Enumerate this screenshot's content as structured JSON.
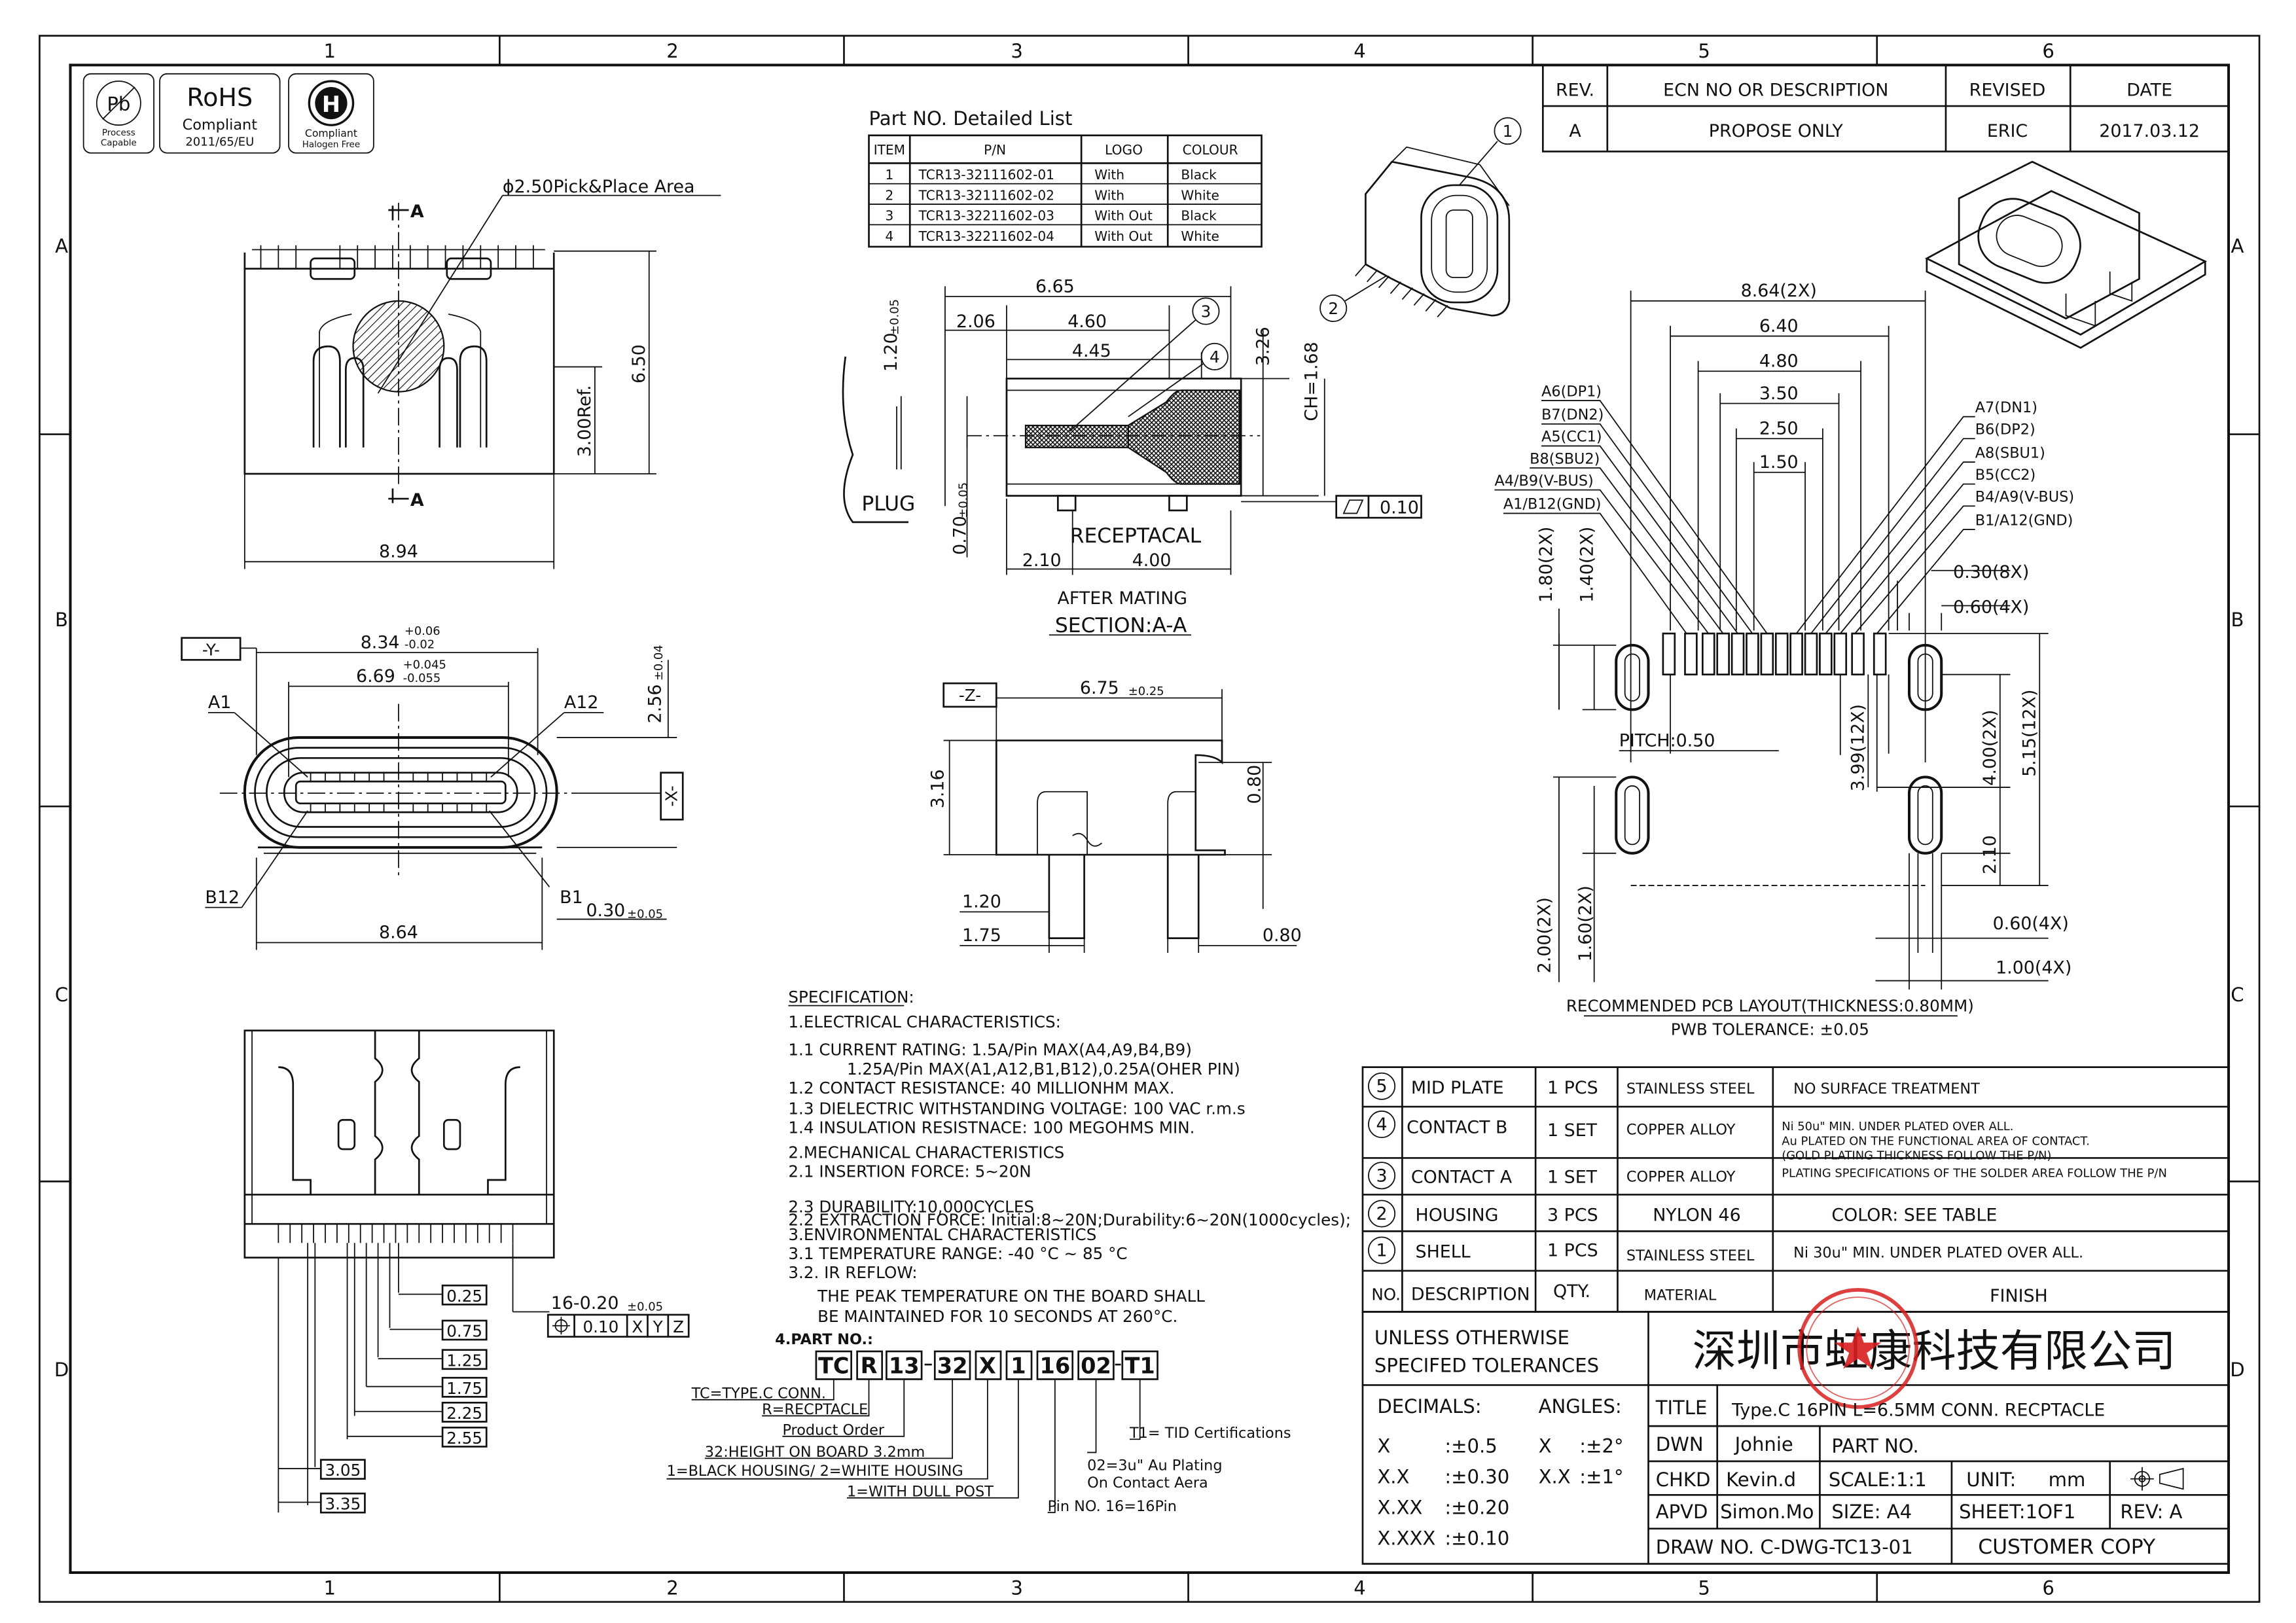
{
  "frame": {
    "columns": [
      "1",
      "2",
      "3",
      "4",
      "5",
      "6"
    ],
    "rows": [
      "A",
      "B",
      "C",
      "D"
    ]
  },
  "logos": {
    "pb_main": "Pb",
    "pb_sub1": "Process",
    "pb_sub2": "Capable",
    "rohs_main": "RoHS",
    "rohs_sub1": "Compliant",
    "rohs_sub2": "2011/65/EU",
    "hf_main": "H",
    "hf_sub1": "Compliant",
    "hf_sub2": "Halogen Free"
  },
  "revision": {
    "headers": [
      "REV.",
      "ECN NO OR DESCRIPTION",
      "REVISED",
      "DATE"
    ],
    "row": [
      "A",
      "PROPOSE ONLY",
      "ERIC",
      "2017.03.12"
    ]
  },
  "parts_list": {
    "title": "Part NO. Detailed List",
    "headers": [
      "ITEM",
      "P/N",
      "LOGO",
      "COLOUR"
    ],
    "rows": [
      [
        "1",
        "TCR13-32111602-01",
        "With",
        "Black"
      ],
      [
        "2",
        "TCR13-32111602-02",
        "With",
        "White"
      ],
      [
        "3",
        "TCR13-32211602-03",
        "With Out",
        "Black"
      ],
      [
        "4",
        "TCR13-32211602-04",
        "With Out",
        "White"
      ]
    ]
  },
  "top_view": {
    "section_a": "A",
    "pick_place": "ϕ2.50Pick&Place Area",
    "dim_650": "6.50",
    "dim_300": "3.00Ref.",
    "dim_894": "8.94"
  },
  "front_view": {
    "datum_y": "-Y-",
    "datum_x": "-X-",
    "dim_834": "8.34",
    "dim_834_tol_up": "+0.06",
    "dim_834_tol_dn": "-0.02",
    "dim_669": "6.69",
    "dim_669_tol_up": "+0.045",
    "dim_669_tol_dn": "-0.055",
    "dim_256": "2.56",
    "dim_256_tol": "±0.04",
    "a1": "A1",
    "a12": "A12",
    "b12": "B12",
    "b1": "B1",
    "dim_030": "0.30",
    "dim_030_tol": "±0.05",
    "dim_864": "8.64"
  },
  "section_view": {
    "dim_665": "6.65",
    "dim_206": "2.06",
    "dim_460": "4.60",
    "dim_445": "4.45",
    "dim_326": "3.26",
    "dim_120": "1.20",
    "dim_120_tol": "±0.05",
    "dim_070": "0.70",
    "dim_070_tol": "±0.05",
    "ch": "CH=1.68",
    "plug": "PLUG",
    "receptacal": "RECEPTACAL",
    "dim_210": "2.10",
    "dim_400": "4.00",
    "flatness": "0.10",
    "after": "AFTER MATING",
    "section": "SECTION:A-A",
    "balloon3": "3",
    "balloon4": "4"
  },
  "iso_view": {
    "balloon1": "1",
    "balloon2": "2"
  },
  "side_view": {
    "datum_z": "-Z-",
    "dim_675": "6.75",
    "dim_675_tol": "±0.25",
    "dim_316": "3.16",
    "dim_080a": "0.80",
    "dim_120": "1.20",
    "dim_175": "1.75",
    "dim_080b": "0.80"
  },
  "bottom_view": {
    "dims": [
      "0.25",
      "0.75",
      "1.25",
      "1.75",
      "2.25",
      "2.55"
    ],
    "dim_305": "3.05",
    "dim_335": "3.35",
    "pin_pos": "16-0.20",
    "pin_pos_tol": "±0.05",
    "fcf_tol": "0.10",
    "fcf_x": "X",
    "fcf_y": "Y",
    "fcf_z": "Z"
  },
  "pcb_layout": {
    "dim_864": "8.64(2X)",
    "dim_640": "6.40",
    "dim_480": "4.80",
    "dim_350": "3.50",
    "dim_250": "2.50",
    "dim_150": "1.50",
    "left_labels": [
      "A6(DP1)",
      "B7(DN2)",
      "A5(CC1)",
      "B8(SBU2)",
      "A4/B9(V-BUS)",
      "A1/B12(GND)"
    ],
    "right_labels": [
      "A7(DN1)",
      "B6(DP2)",
      "A8(SBU1)",
      "B5(CC2)",
      "B4/A9(V-BUS)",
      "B1/A12(GND)"
    ],
    "dim_030_8x": "0.30(8X)",
    "dim_060_4x_a": "0.60(4X)",
    "dim_180": "1.80(2X)",
    "dim_140": "1.40(2X)",
    "pitch": "PITCH:0.50",
    "dim_399": "3.99(12X)",
    "dim_400": "4.00(2X)",
    "dim_515": "5.15(12X)",
    "dim_210": "2.10",
    "dim_200": "2.00(2X)",
    "dim_160": "1.60(2X)",
    "dim_060_4x_b": "0.60(4X)",
    "dim_100_4x": "1.00(4X)",
    "title": "RECOMMENDED PCB LAYOUT(THICKNESS:0.80MM)",
    "tolerance": "PWB TOLERANCE: ±0.05"
  },
  "spec": {
    "title": "SPECIFICATION:",
    "lines": [
      "1.ELECTRICAL CHARACTERISTICS:",
      "1.1 CURRENT RATING: 1.5A/Pin MAX(A4,A9,B4,B9)",
      "1.25A/Pin MAX(A1,A12,B1,B12),0.25A(OHER PIN)",
      "1.2 CONTACT RESISTANCE: 40 MILLIONHM MAX.",
      "1.3 DIELECTRIC WITHSTANDING VOLTAGE: 100 VAC r.m.s",
      "1.4 INSULATION RESISTNACE: 100 MEGOHMS MIN.",
      "2.MECHANICAL CHARACTERISTICS",
      "2.1 INSERTION FORCE: 5~20N",
      "2.3 DURABILITY:10,000CYCLES",
      "2.2 EXTRACTION FORCE: Initial:8~20N;Durability:6~20N(1000cycles);",
      "3.ENVIRONMENTAL CHARACTERISTICS",
      "3.1 TEMPERATURE RANGE: -40 °C ~ 85 °C",
      "3.2. IR REFLOW:",
      "THE PEAK TEMPERATURE ON THE BOARD SHALL",
      "BE MAINTAINED FOR 10 SECONDS AT 260°C."
    ]
  },
  "part_no": {
    "title": "4.PART NO.:",
    "boxes": [
      "TC",
      "R",
      "13",
      "32",
      "X",
      "1",
      "16",
      "02",
      "T1"
    ],
    "legend": [
      "TC=TYPE.C CONN.",
      "R=RECPTACLE",
      "Product Order",
      "32:HEIGHT ON BOARD 3.2mm",
      "1=BLACK HOUSING/ 2=WHITE HOUSING",
      "1=WITH DULL POST",
      "Pin NO. 16=16Pin",
      "02=3u\" Au Plating",
      "On Contact Aera",
      "T1= TID Certifications"
    ]
  },
  "bom": {
    "rows": [
      {
        "no": "5",
        "desc": "MID PLATE",
        "qty": "1 PCS",
        "mat": "STAINLESS STEEL",
        "finish": [
          "NO SURFACE TREATMENT"
        ]
      },
      {
        "no": "4",
        "desc": "CONTACT B",
        "qty": "1 SET",
        "mat": "COPPER ALLOY",
        "finish": [
          "Ni 50u\" MIN. UNDER PLATED OVER ALL.",
          "Au PLATED ON THE FUNCTIONAL AREA OF CONTACT.",
          "(GOLD PLATING THICKNESS FOLLOW THE P/N)",
          "PLATING SPECIFICATIONS OF THE SOLDER AREA FOLLOW THE P/N"
        ]
      },
      {
        "no": "3",
        "desc": "CONTACT A",
        "qty": "1 SET",
        "mat": "COPPER ALLOY",
        "finish": []
      },
      {
        "no": "2",
        "desc": "HOUSING",
        "qty": "3 PCS",
        "mat": "NYLON 46",
        "finish": [
          "COLOR: SEE TABLE"
        ]
      },
      {
        "no": "1",
        "desc": "SHELL",
        "qty": "1 PCS",
        "mat": "STAINLESS STEEL",
        "finish": [
          "Ni 30u\" MIN. UNDER PLATED OVER ALL."
        ]
      }
    ],
    "headers": [
      "NO.",
      "DESCRIPTION",
      "QTY.",
      "MATERIAL",
      "FINISH"
    ]
  },
  "title_block": {
    "unless1": "UNLESS OTHERWISE",
    "unless2": "SPECIFED TOLERANCES",
    "company": "深圳市虹康科技有限公司",
    "decimals": "DECIMALS:",
    "angles": "ANGLES:",
    "tol_rows": [
      [
        "X",
        ":±0.5"
      ],
      [
        "X.X",
        ":±0.30"
      ],
      [
        "X.XX",
        ":±0.20"
      ],
      [
        "X.XXX",
        ":±0.10"
      ]
    ],
    "ang_rows": [
      [
        "X",
        ":±2°"
      ],
      [
        "X.X",
        ":±1°"
      ]
    ],
    "title_lbl": "TITLE",
    "title_val": "Type.C 16PIN L=6.5MM CONN. RECPTACLE",
    "dwn_lbl": "DWN",
    "dwn_val": "Johnie",
    "partno_lbl": "PART NO.",
    "chkd_lbl": "CHKD",
    "chkd_val": "Kevin.d",
    "scale": "SCALE:1:1",
    "unit_lbl": "UNIT:",
    "unit_val": "mm",
    "apvd_lbl": "APVD",
    "apvd_val": "Simon.Mo",
    "size": "SIZE: A4",
    "sheet": "SHEET:1OF1",
    "rev": "REV: A",
    "drawno": "DRAW NO. C-DWG-TC13-01",
    "copy": "CUSTOMER COPY"
  },
  "colors": {
    "line": "#111111",
    "stamp": "#d81e1e"
  }
}
